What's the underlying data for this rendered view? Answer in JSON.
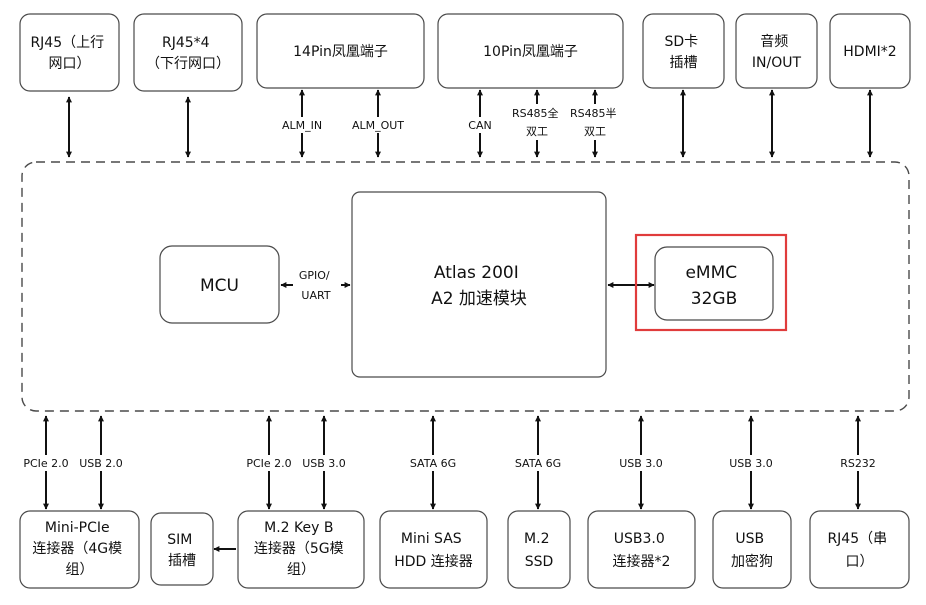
{
  "diagram": {
    "colors": {
      "stroke": "#4a4a4a",
      "wire": "#111111",
      "highlight": "#e03c3c"
    },
    "top_boxes": [
      {
        "id": "rj45-up",
        "lines": [
          "RJ45（上行",
          "网口）"
        ]
      },
      {
        "id": "rj45x4",
        "lines": [
          "RJ45*4",
          "（下行网口）"
        ]
      },
      {
        "id": "pin14",
        "lines": [
          "14Pin凤凰端子"
        ]
      },
      {
        "id": "pin10",
        "lines": [
          "10Pin凤凰端子"
        ]
      },
      {
        "id": "sd",
        "lines": [
          "SD卡",
          "插槽"
        ]
      },
      {
        "id": "audio",
        "lines": [
          "音频",
          "IN/OUT"
        ]
      },
      {
        "id": "hdmi",
        "lines": [
          "HDMI*2"
        ]
      }
    ],
    "top_labels": [
      {
        "id": "alm-in",
        "lines": [
          "ALM_IN"
        ]
      },
      {
        "id": "alm-out",
        "lines": [
          "ALM_OUT"
        ]
      },
      {
        "id": "can",
        "lines": [
          "CAN"
        ]
      },
      {
        "id": "rs485-full",
        "lines": [
          "RS485全",
          "双工"
        ]
      },
      {
        "id": "rs485-half",
        "lines": [
          "RS485半",
          "双工"
        ]
      }
    ],
    "inner": {
      "mcu": [
        "MCU"
      ],
      "atlas": [
        "Atlas 200I",
        "A2 加速模块"
      ],
      "emmc": [
        "eMMC",
        "32GB"
      ],
      "gpio_label": [
        "GPIO/",
        "UART"
      ]
    },
    "bottom_boxes": [
      {
        "id": "mini-pcie",
        "lines": [
          "Mini-PCIe",
          "连接器（4G模",
          "组）"
        ]
      },
      {
        "id": "sim",
        "lines": [
          "SIM",
          "插槽"
        ]
      },
      {
        "id": "m2-keyb",
        "lines": [
          "M.2 Key B",
          "连接器（5G模",
          "组）"
        ]
      },
      {
        "id": "mini-sas",
        "lines": [
          "Mini SAS",
          "HDD 连接器"
        ]
      },
      {
        "id": "m2-ssd",
        "lines": [
          "M.2",
          "SSD"
        ]
      },
      {
        "id": "usb30-conn",
        "lines": [
          "USB3.0",
          "连接器*2"
        ]
      },
      {
        "id": "usb-dongle",
        "lines": [
          "USB",
          "加密狗"
        ]
      },
      {
        "id": "rj45-serial",
        "lines": [
          "RJ45（串",
          "口）"
        ]
      }
    ],
    "bottom_labels": [
      {
        "id": "pcie-a",
        "lines": [
          "PCIe 2.0"
        ]
      },
      {
        "id": "usb20",
        "lines": [
          "USB 2.0"
        ]
      },
      {
        "id": "pcie-b",
        "lines": [
          "PCIe 2.0"
        ]
      },
      {
        "id": "usb30-a",
        "lines": [
          "USB 3.0"
        ]
      },
      {
        "id": "sata-a",
        "lines": [
          "SATA 6G"
        ]
      },
      {
        "id": "sata-b",
        "lines": [
          "SATA 6G"
        ]
      },
      {
        "id": "usb30-b",
        "lines": [
          "USB 3.0"
        ]
      },
      {
        "id": "usb30-c",
        "lines": [
          "USB 3.0"
        ]
      },
      {
        "id": "rs232",
        "lines": [
          "RS232"
        ]
      }
    ]
  }
}
